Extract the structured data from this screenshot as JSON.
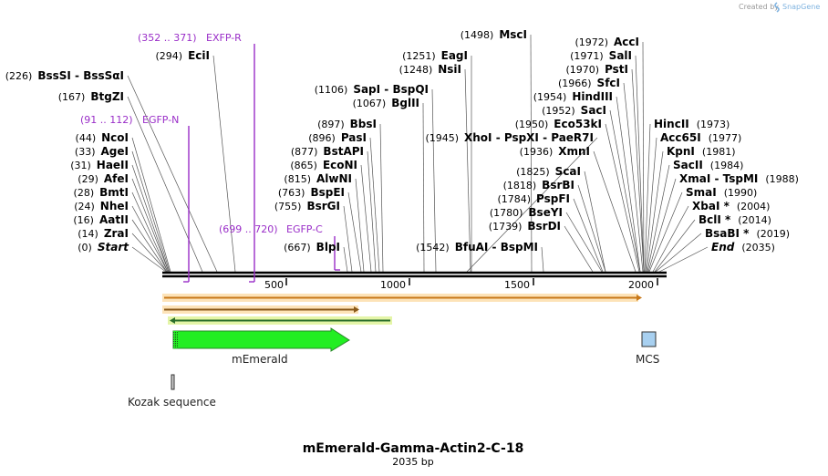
{
  "title": "mEmerald-Gamma-Actin2-C-18",
  "length_label": "2035 bp",
  "credit": "Created by",
  "brand": "SnapGene",
  "accent_colors": {
    "primer": "#9a2ec8",
    "cds": "#22ee22",
    "misc": "#a8d0f0",
    "orf": "#f5a623"
  },
  "ruler": {
    "ticks": [
      "500",
      "1000",
      "1500",
      "2000"
    ]
  },
  "sites_left": [
    {
      "pos": "(0)",
      "name": "Start"
    },
    {
      "pos": "(14)",
      "name": "ZraI"
    },
    {
      "pos": "(16)",
      "name": "AatII"
    },
    {
      "pos": "(24)",
      "name": "NheI"
    },
    {
      "pos": "(28)",
      "name": "BmtI"
    },
    {
      "pos": "(29)",
      "name": "AfeI"
    },
    {
      "pos": "(31)",
      "name": "HaeII"
    },
    {
      "pos": "(33)",
      "name": "AgeI"
    },
    {
      "pos": "(44)",
      "name": "NcoI"
    },
    {
      "pos": "(167)",
      "name": "BtgZI"
    },
    {
      "pos": "(226)",
      "name": "BssSI  -  BssSαI"
    },
    {
      "pos": "(294)",
      "name": "EciI"
    }
  ],
  "sites_mid": [
    {
      "pos": "(667)",
      "name": "BlpI"
    },
    {
      "pos": "(755)",
      "name": "BsrGI"
    },
    {
      "pos": "(763)",
      "name": "BspEI"
    },
    {
      "pos": "(815)",
      "name": "AlwNI"
    },
    {
      "pos": "(865)",
      "name": "EcoNI"
    },
    {
      "pos": "(877)",
      "name": "BstAPI"
    },
    {
      "pos": "(896)",
      "name": "PasI"
    },
    {
      "pos": "(897)",
      "name": "BbsI"
    },
    {
      "pos": "(1067)",
      "name": "BglII"
    },
    {
      "pos": "(1106)",
      "name": "SapI  -  BspQI"
    },
    {
      "pos": "(1248)",
      "name": "NsiI"
    },
    {
      "pos": "(1251)",
      "name": "EagI"
    },
    {
      "pos": "(1498)",
      "name": "MscI"
    },
    {
      "pos": "(1945)",
      "name": "XhoI  -  PspXI  -  PaeR7I"
    },
    {
      "pos": "(1542)",
      "name": "BfuAI  -  BspMI"
    }
  ],
  "sites_right_col": [
    {
      "pos": "(1739)",
      "name": "BsrDI"
    },
    {
      "pos": "(1780)",
      "name": "BseYI"
    },
    {
      "pos": "(1784)",
      "name": "PspFI"
    },
    {
      "pos": "(1818)",
      "name": "BsrBI"
    },
    {
      "pos": "(1825)",
      "name": "ScaI"
    },
    {
      "pos": "(1936)",
      "name": "XmnI"
    },
    {
      "pos": "(1950)",
      "name": "Eco53kI"
    },
    {
      "pos": "(1952)",
      "name": "SacI"
    },
    {
      "pos": "(1954)",
      "name": "HindIII"
    },
    {
      "pos": "(1966)",
      "name": "SfcI"
    },
    {
      "pos": "(1970)",
      "name": "PstI"
    },
    {
      "pos": "(1971)",
      "name": "SalI"
    },
    {
      "pos": "(1972)",
      "name": "AccI"
    }
  ],
  "sites_far_right": [
    {
      "name": "HincII",
      "pos": "(1973)"
    },
    {
      "name": "Acc65I",
      "pos": "(1977)"
    },
    {
      "name": "KpnI",
      "pos": "(1981)"
    },
    {
      "name": "SacII",
      "pos": "(1984)"
    },
    {
      "name": "XmaI  -  TspMI",
      "pos": "(1988)"
    },
    {
      "name": "SmaI",
      "pos": "(1990)"
    },
    {
      "name": "XbaI *",
      "pos": "(2004)"
    },
    {
      "name": "BclI *",
      "pos": "(2014)"
    },
    {
      "name": "BsaBI *",
      "pos": "(2019)"
    },
    {
      "name": "End",
      "pos": "(2035)"
    }
  ],
  "primers": [
    {
      "range": "(352 .. 371)",
      "name": "EXFP-R"
    },
    {
      "range": "(91 .. 112)",
      "name": "EGFP-N"
    },
    {
      "range": "(699 .. 720)",
      "name": "EGFP-C"
    }
  ],
  "features": [
    {
      "name": "mEmerald"
    },
    {
      "name": "MCS"
    },
    {
      "name": "Kozak sequence"
    }
  ]
}
